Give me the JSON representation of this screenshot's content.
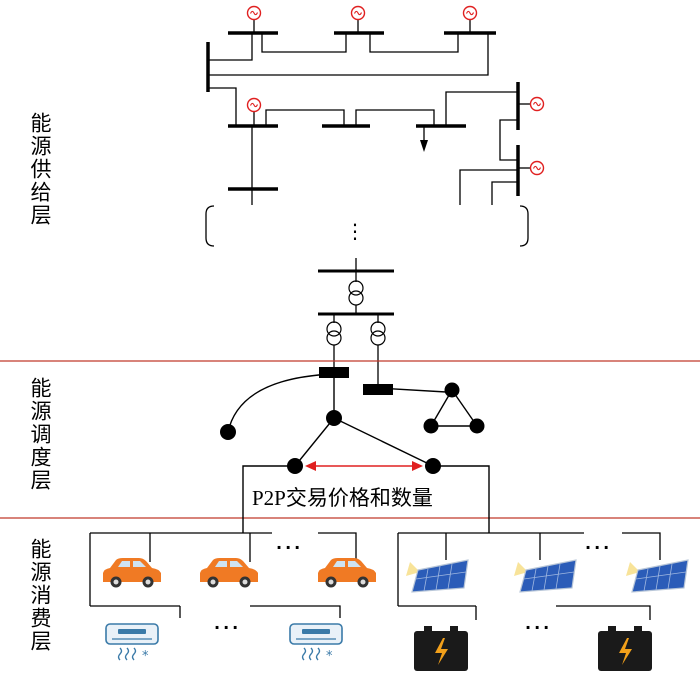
{
  "layers": {
    "supply": "能源供给层",
    "dispatch": "能源调度层",
    "consumption": "能源消费层"
  },
  "p2p_label": "P2P交易价格和数量",
  "ellipsis": "···",
  "vertical_ellipsis": "⋮",
  "colors": {
    "line": "#000000",
    "generator": "#e02020",
    "layer_divider": "#c0392b",
    "p2p_arrow": "#e02020",
    "car_body": "#f07a24",
    "battery": "#1a1a1a",
    "battery_bolt": "#f2a01a",
    "ac_unit": "#3a7aa8",
    "solar_panel": "#2b5cb8"
  },
  "icons": {
    "generator": "generator-icon",
    "transformer": "transformer-icon",
    "electric_car": "electric-car-icon",
    "solar_panel": "solar-panel-icon",
    "air_conditioner": "air-conditioner-icon",
    "battery": "battery-icon",
    "load_arrow": "load-arrow-icon"
  }
}
